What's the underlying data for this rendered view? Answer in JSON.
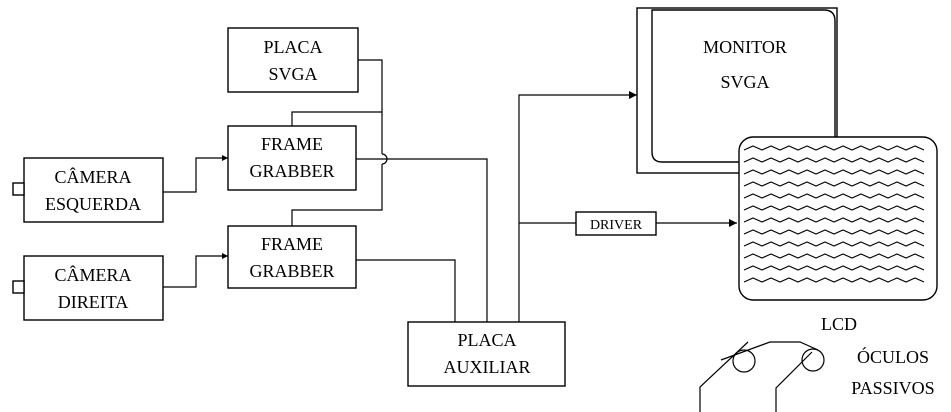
{
  "blocks": {
    "placa_svga": [
      "PLACA",
      "SVGA"
    ],
    "frame_grabber_top": [
      "FRAME",
      "GRABBER"
    ],
    "frame_grabber_bottom": [
      "FRAME",
      "GRABBER"
    ],
    "camera_esquerda": [
      "CÂMERA",
      "ESQUERDA"
    ],
    "camera_direita": [
      "CÂMERA",
      "DIREITA"
    ],
    "placa_auxiliar": [
      "PLACA",
      "AUXILIAR"
    ],
    "monitor": [
      "MONITOR",
      "SVGA"
    ],
    "driver": "DRIVER",
    "lcd": "LCD",
    "oculos": [
      "ÓCULOS",
      "PASSIVOS"
    ]
  }
}
